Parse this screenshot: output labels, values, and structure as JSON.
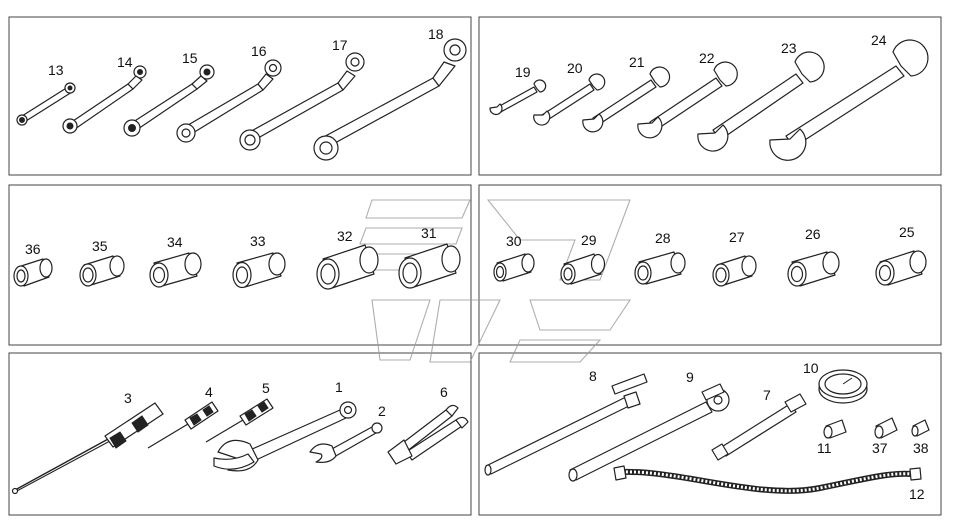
{
  "diagram": {
    "watermark": "logo",
    "panels": [
      {
        "id": "p1",
        "content": "ring-spanners",
        "labels": [
          "13",
          "14",
          "15",
          "16",
          "17",
          "18"
        ]
      },
      {
        "id": "p2",
        "content": "open-spanners",
        "labels": [
          "19",
          "20",
          "21",
          "22",
          "23",
          "24"
        ]
      },
      {
        "id": "p3",
        "content": "sockets-left",
        "labels": [
          "36",
          "35",
          "34",
          "33",
          "32",
          "31"
        ]
      },
      {
        "id": "p4",
        "content": "sockets-right",
        "labels": [
          "30",
          "29",
          "28",
          "27",
          "26",
          "25"
        ]
      },
      {
        "id": "p5",
        "content": "hand-tools",
        "labels": [
          "3",
          "4",
          "5",
          "1",
          "2",
          "6"
        ]
      },
      {
        "id": "p6",
        "content": "drive-tools",
        "labels": [
          "8",
          "9",
          "7",
          "10",
          "11",
          "37",
          "38",
          "12"
        ]
      }
    ]
  }
}
